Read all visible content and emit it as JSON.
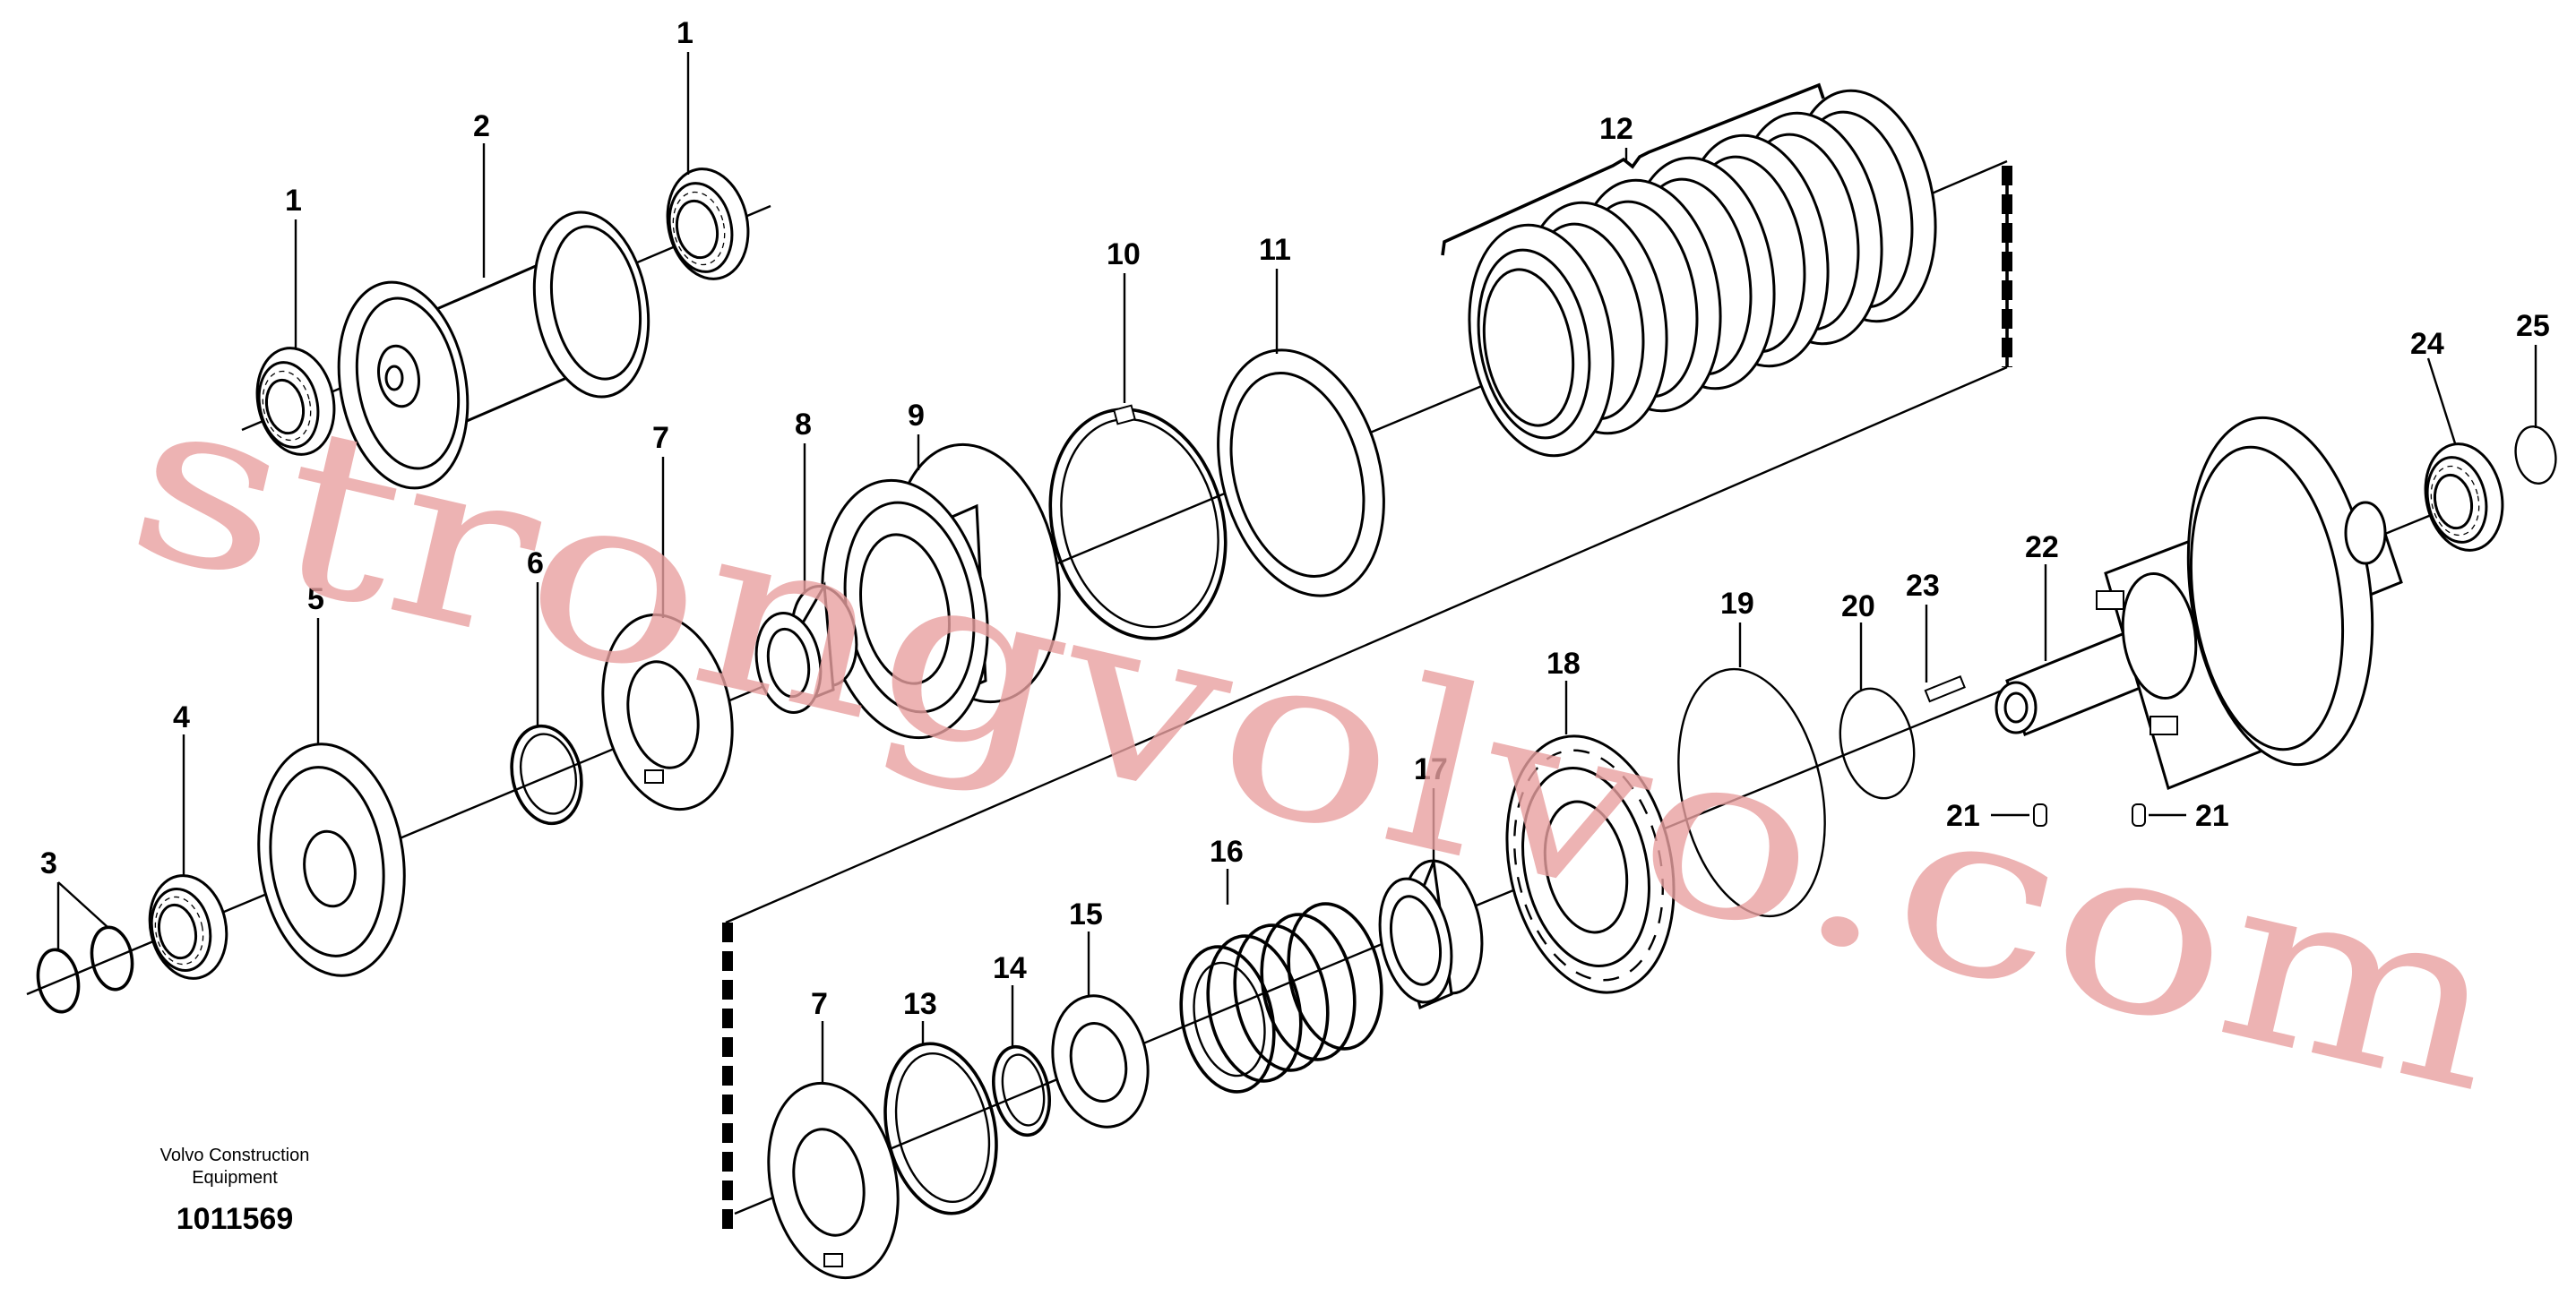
{
  "diagram": {
    "callouts": [
      "1",
      "2",
      "1",
      "12",
      "10",
      "11",
      "25",
      "24",
      "9",
      "8",
      "7",
      "6",
      "5",
      "4",
      "3",
      "22",
      "23",
      "20",
      "19",
      "18",
      "17",
      "16",
      "15",
      "14",
      "13",
      "7",
      "21",
      "21"
    ],
    "publisher_line1": "Volvo Construction",
    "publisher_line2": "Equipment",
    "document_number": "1011569",
    "watermark": "strongvolvo.com"
  }
}
